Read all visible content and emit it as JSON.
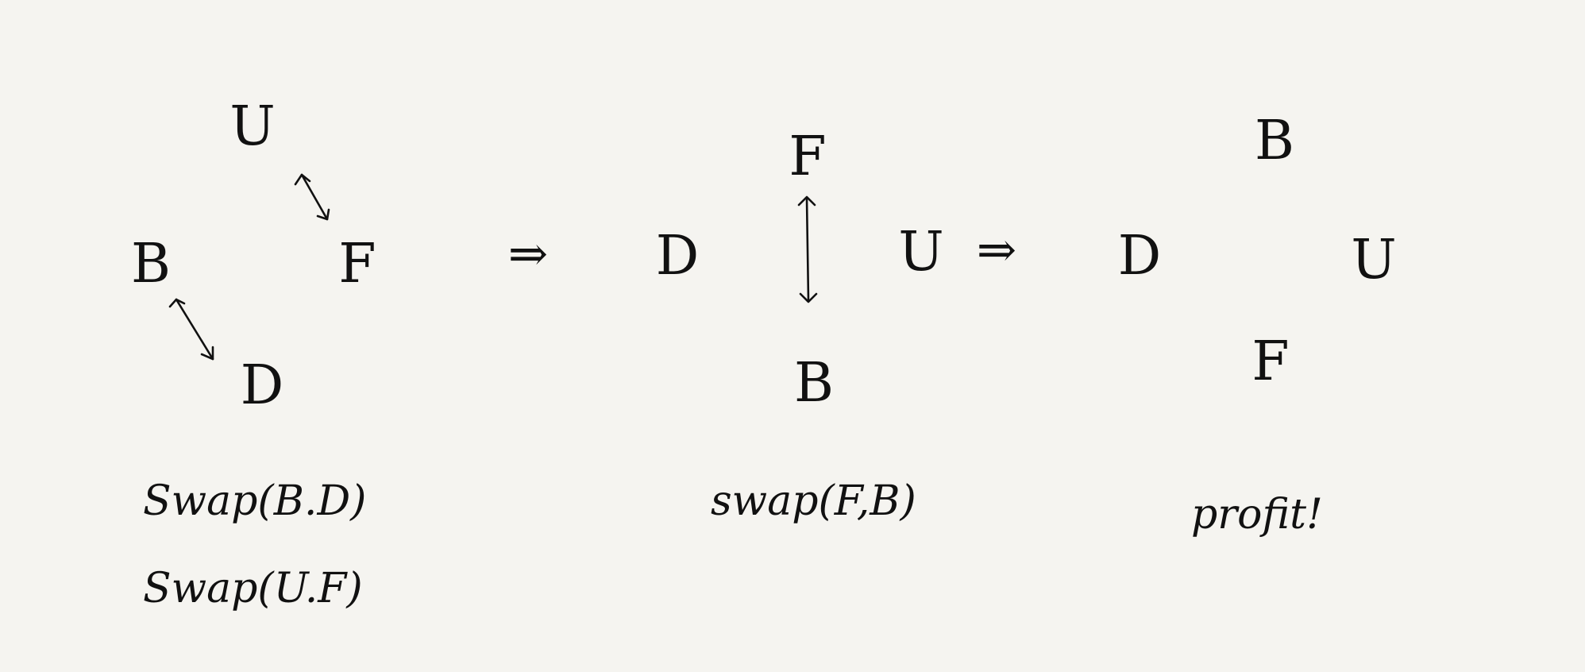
{
  "stages": [
    {
      "nodes": {
        "top": "U",
        "left": "B",
        "right": "F",
        "bottom": "D"
      },
      "labels": [
        "Swap(B.D)",
        "Swap(U.F)"
      ]
    },
    {
      "nodes": {
        "top": "F",
        "left": "D",
        "right": "U",
        "bottom": "B"
      },
      "labels": [
        "swap(F,B)"
      ]
    },
    {
      "nodes": {
        "top": "B",
        "left": "D",
        "right": "U",
        "bottom": "F"
      },
      "labels": [
        "profit!"
      ]
    }
  ],
  "implies": [
    "⇒",
    "⇒"
  ],
  "colors": {
    "ink": "#111111",
    "paper": "#f5f4f0"
  }
}
